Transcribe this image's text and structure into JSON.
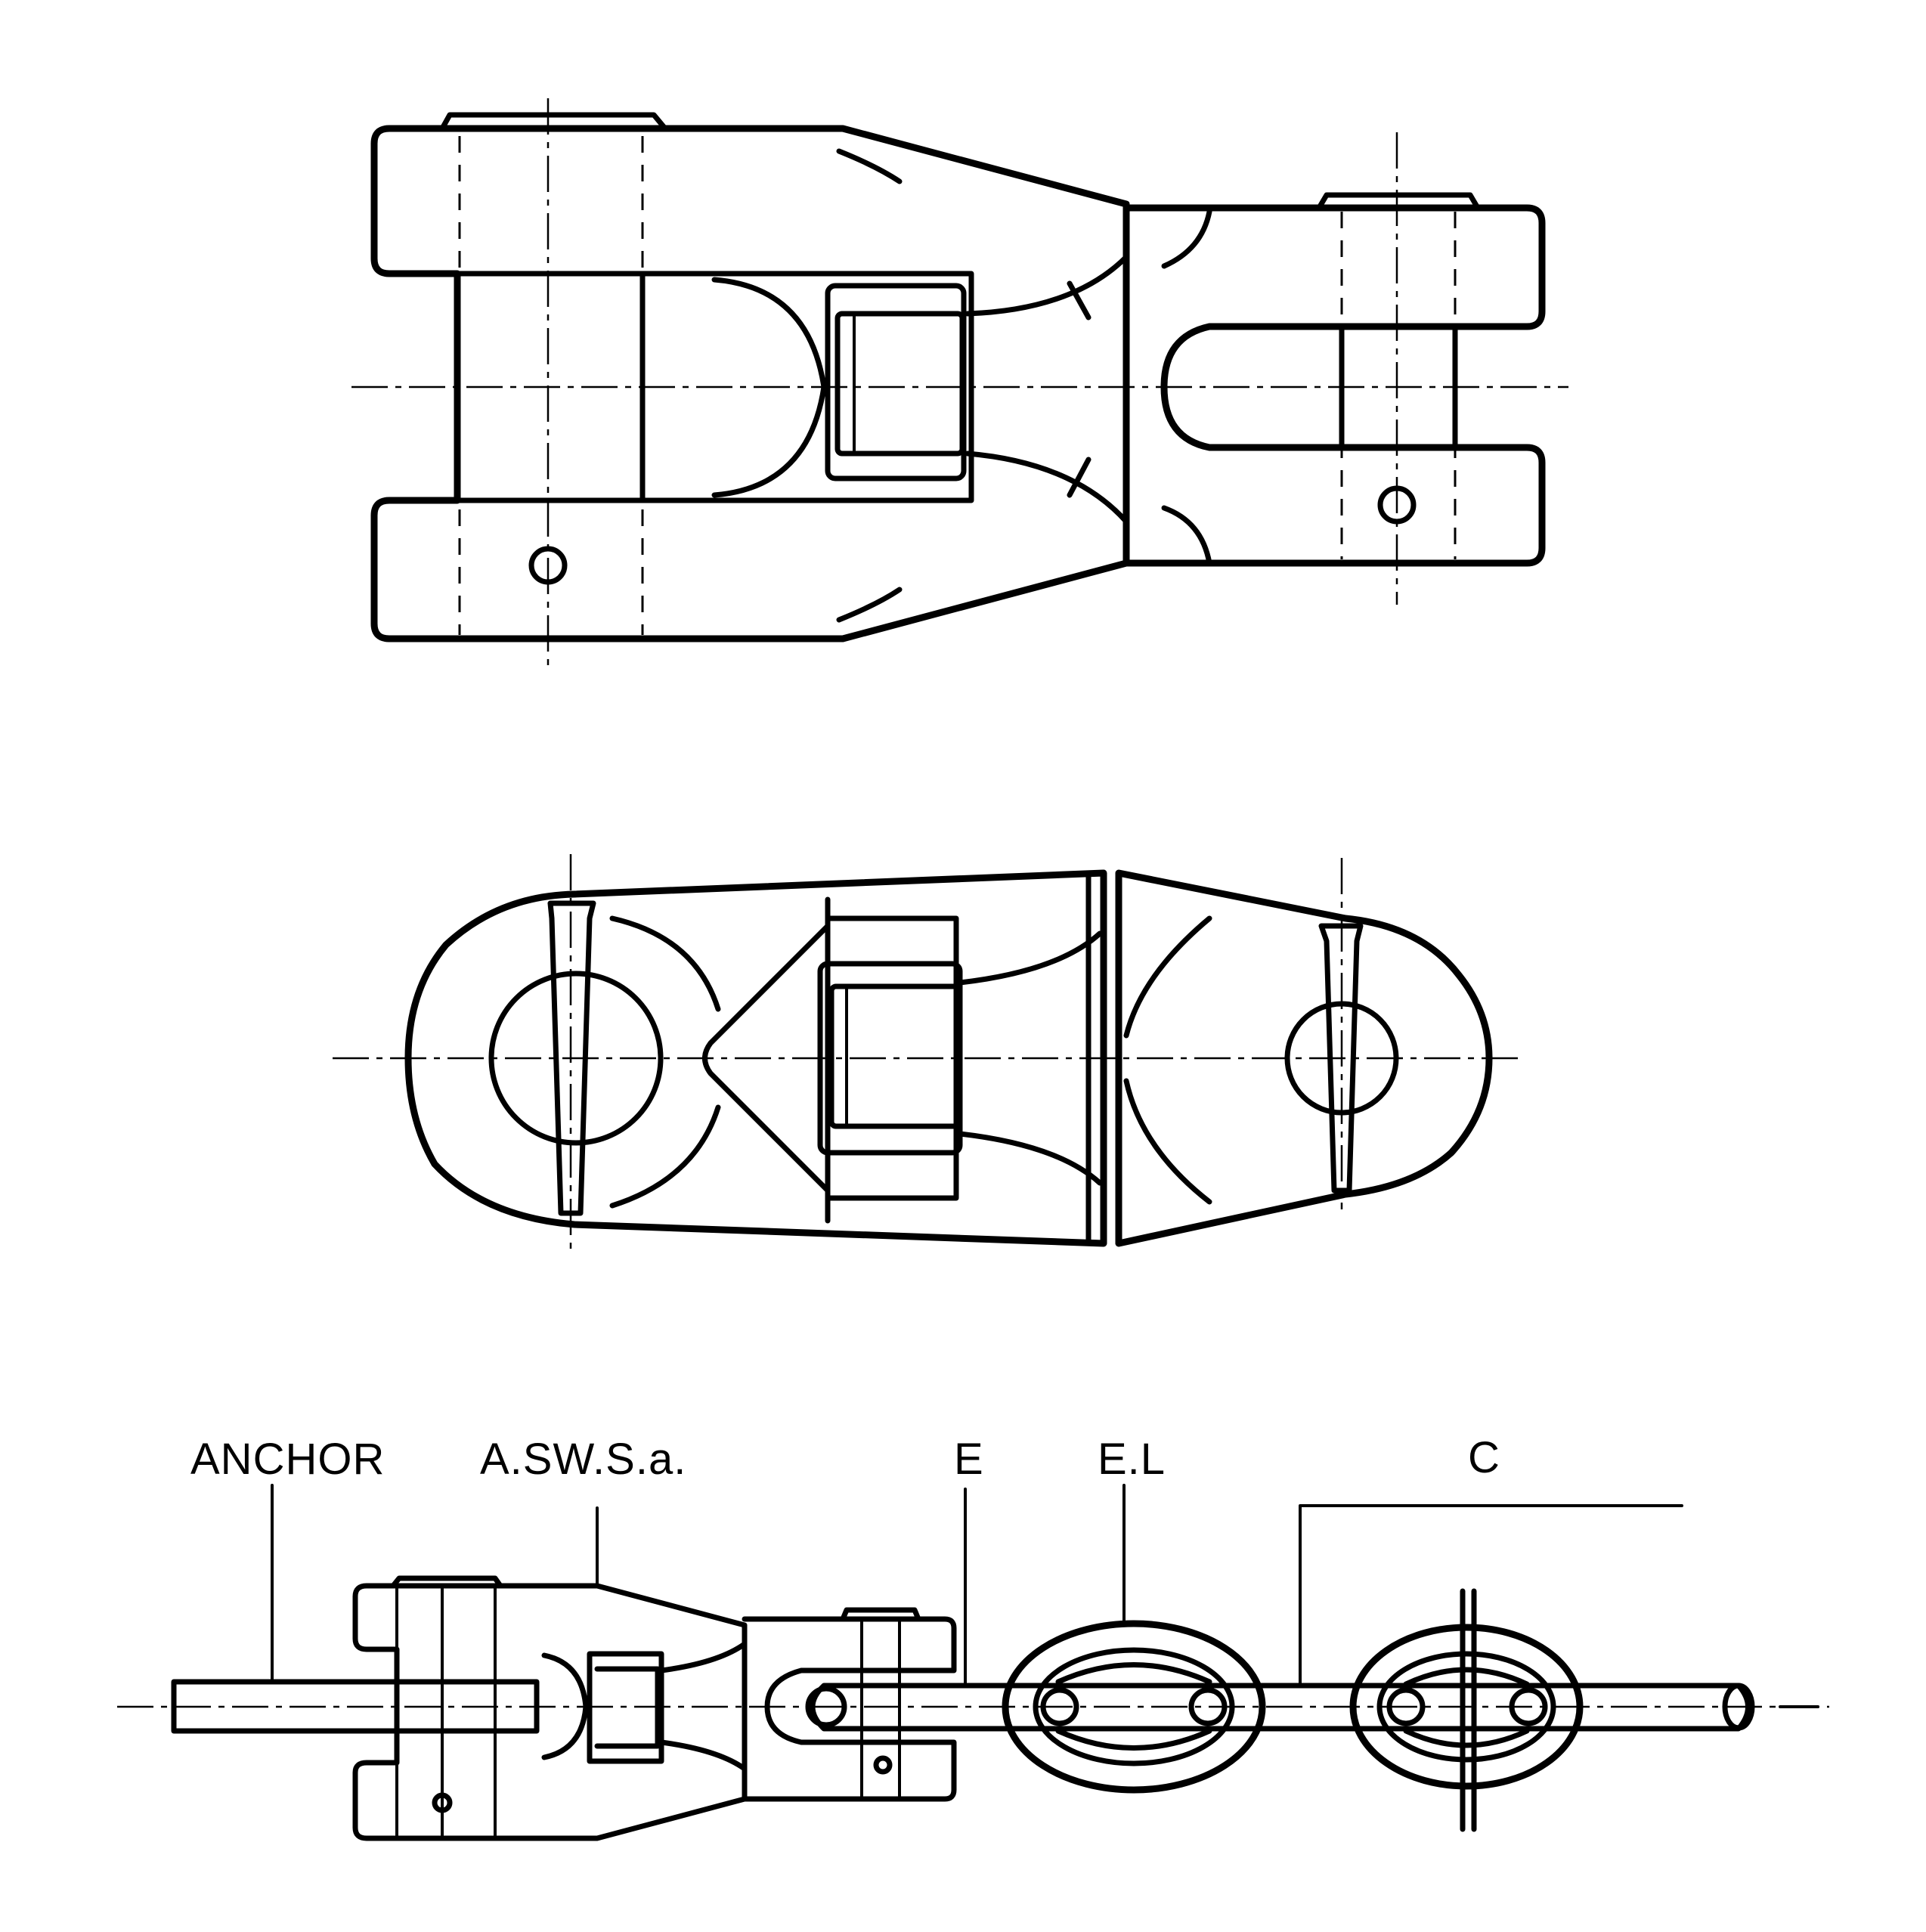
{
  "labels": {
    "anchor": "ANCHOR",
    "asws": "A.SW.S.a.",
    "e": "E",
    "el": "E.L",
    "c": "C"
  },
  "colors": {
    "ink": "#000000",
    "paper": "#ffffff"
  }
}
